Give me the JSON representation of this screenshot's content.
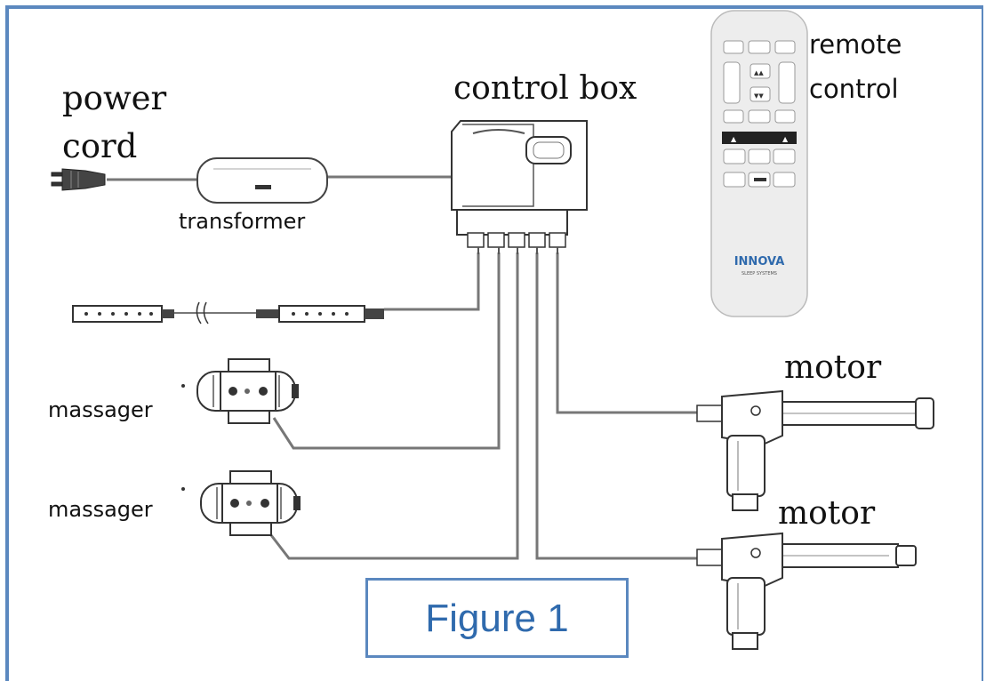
{
  "labels": {
    "power": "power",
    "cord": "cord",
    "transformer": "transformer",
    "control_box": "control box",
    "remote": "remote",
    "control": "control",
    "motor_1": "motor",
    "motor_2": "motor",
    "massager_1": "massager",
    "massager_2": "massager"
  },
  "figure_caption": "Figure 1",
  "remote_brand": {
    "logo": "INNOVA",
    "tagline": "SLEEP SYSTEMS"
  },
  "colors": {
    "frame_border": "#5b88bf",
    "caption_text": "#2f6aad",
    "logo_text": "#2f6aad",
    "logo_accent": "#8fbf3f"
  }
}
